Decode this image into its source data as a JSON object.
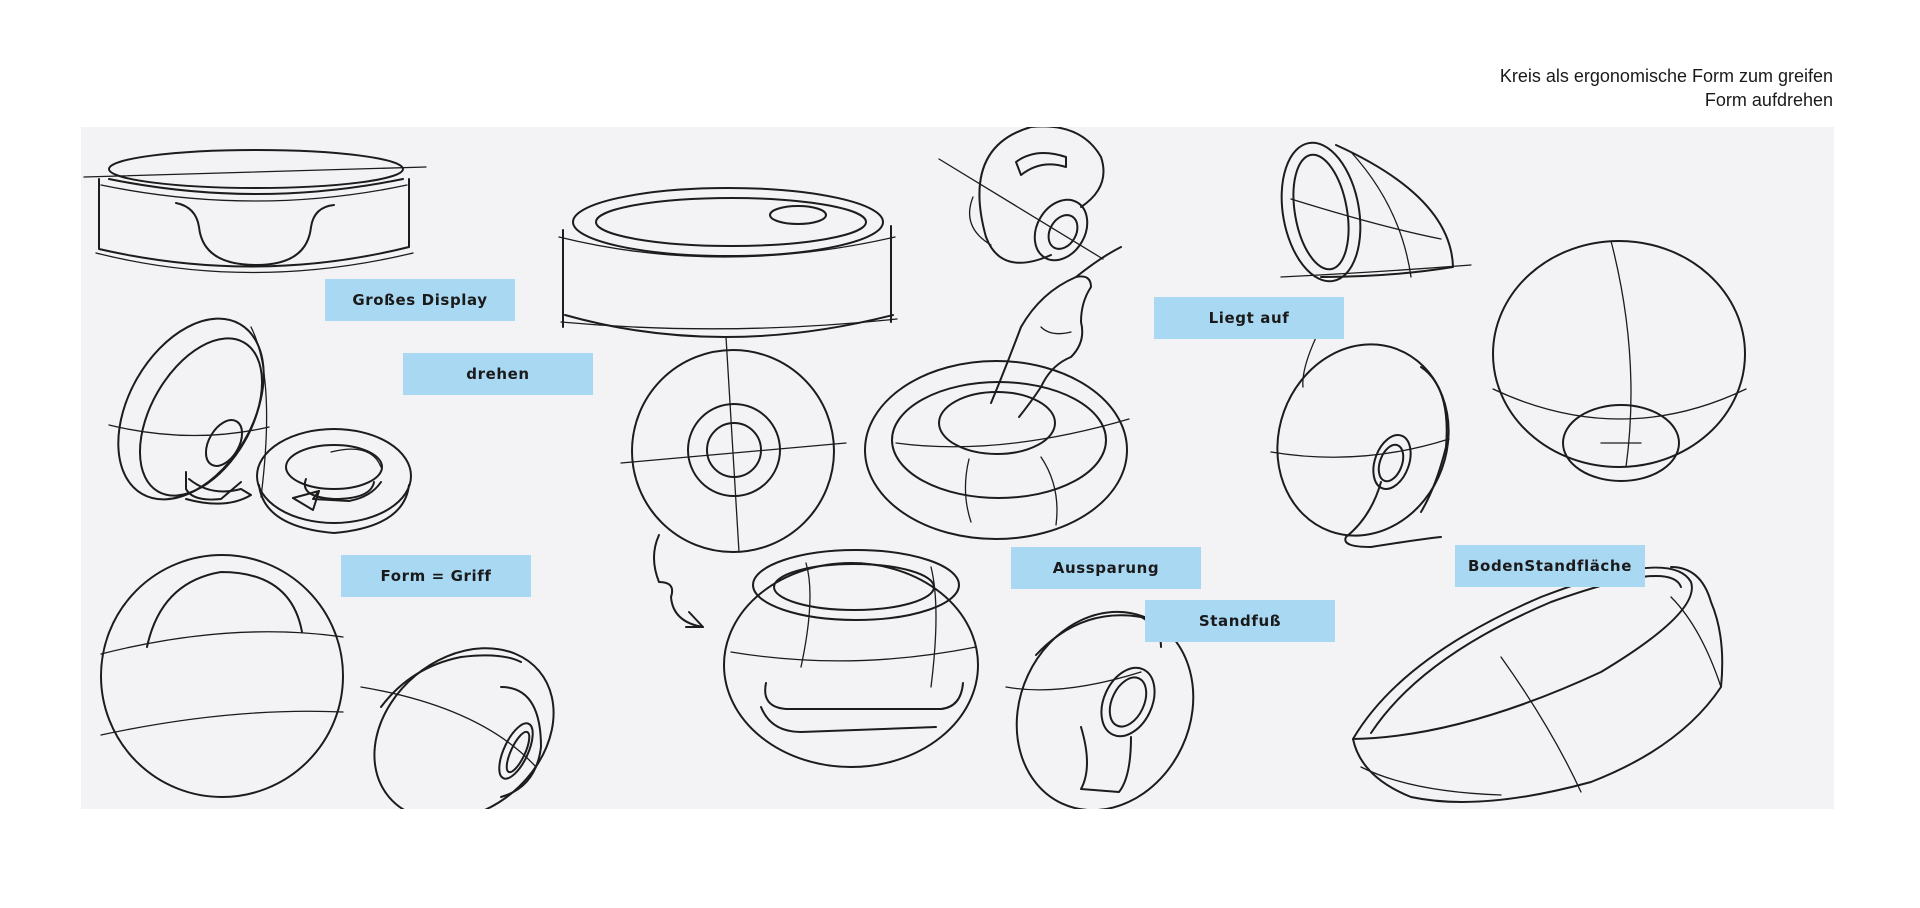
{
  "notes": {
    "line1": "Kreis als ergonomische Form zum greifen",
    "line2": "Form aufdrehen"
  },
  "labels": {
    "grosses_display": "Großes Display",
    "drehen": "drehen",
    "form_griff": "Form = Griff",
    "liegt_auf": "Liegt auf",
    "aussparung": "Aussparung",
    "standfuss": "Standfuß",
    "boden_standflaeche": "BodenStandfläche"
  },
  "colors": {
    "board_background": "#f3f2f4",
    "label_background": "#a9d8f3",
    "line": "#1c1c1c"
  }
}
